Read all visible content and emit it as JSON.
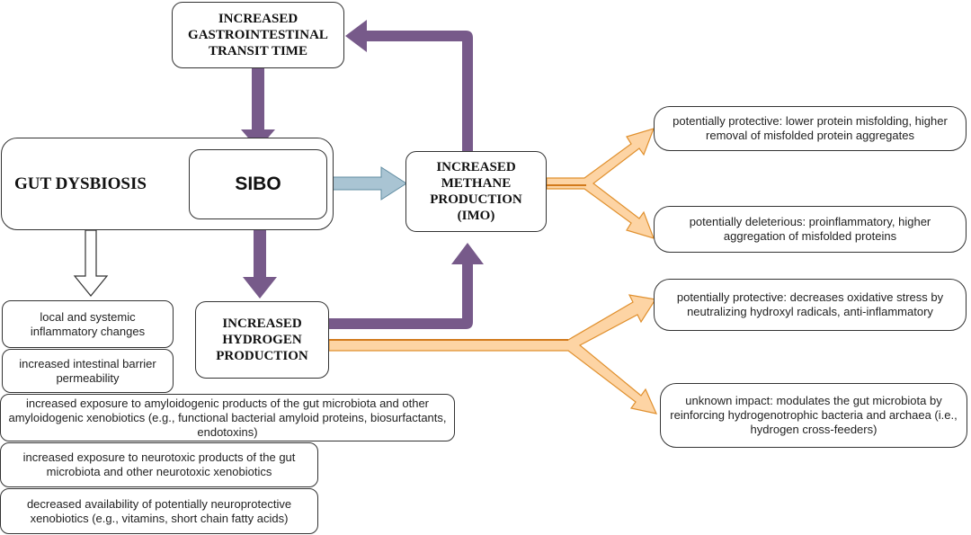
{
  "nodes": {
    "transit_time": "INCREASED GASTROINTESTINAL TRANSIT TIME",
    "gut_dysbiosis": "GUT DYSBIOSIS",
    "sibo": "SIBO",
    "methane": "INCREASED METHANE PRODUCTION (IMO)",
    "hydrogen": "INCREASED HYDROGEN PRODUCTION"
  },
  "methane_effects": [
    "potentially protective: lower protein misfolding, higher removal of misfolded protein aggregates",
    "potentially deleterious: proinflammatory, higher aggregation of misfolded proteins"
  ],
  "hydrogen_effects": [
    "potentially protective: decreases oxidative stress by neutralizing hydroxyl radicals, anti-inflammatory",
    "unknown impact: modulates the gut microbiota by reinforcing hydrogenotrophic bacteria and archaea (i.e., hydrogen cross-feeders)"
  ],
  "dysbiosis_consequences": [
    "local and systemic inflammatory changes",
    "increased intestinal barrier permeability",
    "increased exposure to amyloidogenic products of the gut microbiota and other amyloidogenic xenobiotics (e.g., functional bacterial amyloid proteins, biosurfactants, endotoxins)",
    "increased exposure to neurotoxic products of the gut microbiota and other neurotoxic xenobiotics",
    "decreased availability of potentially neuroprotective xenobiotics (e.g., vitamins, short chain fatty acids)"
  ],
  "colors": {
    "purple_arrow": "#775a8a",
    "orange_arrow_fill": "#fdd4a4",
    "orange_arrow_stroke": "#e0902e",
    "blue_arrow_fill": "#a9c4d3",
    "blue_arrow_stroke": "#5f8ba0"
  }
}
